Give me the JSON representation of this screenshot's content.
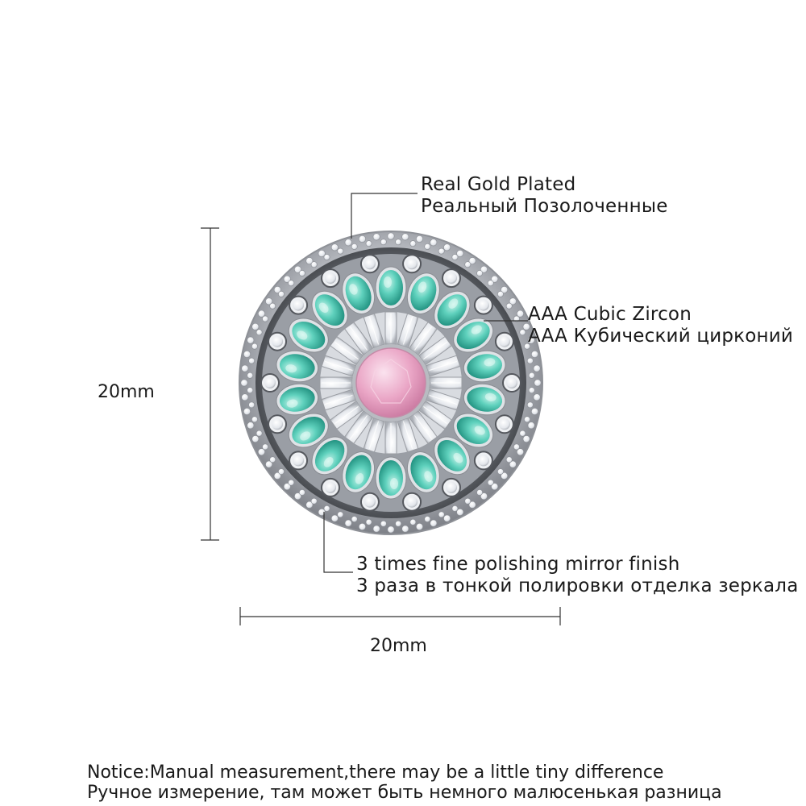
{
  "dimensions": {
    "height_label": "20mm",
    "width_label": "20mm"
  },
  "callouts": {
    "plating": {
      "en": "Real Gold Plated",
      "ru": "Реальный Позолоченные"
    },
    "stones": {
      "en": "AAA Cubic Zircon",
      "ru": "AAA Кубический цирконий"
    },
    "finish": {
      "en": "3 times fine polishing mirror finish",
      "ru": "3 раза в тонкой полировки отделка зеркала"
    }
  },
  "notice": {
    "en": "Notice:Manual measurement,there may be a little tiny difference",
    "ru": "Ручное измерение, там может быть немного малюсенькая разница"
  },
  "colors": {
    "background": "#ffffff",
    "silver": "#c9ccd1",
    "teal_stone": "#4fc7b3",
    "pink_stone": "#eaa6c6",
    "clear_stone": "#f2f4f7"
  }
}
